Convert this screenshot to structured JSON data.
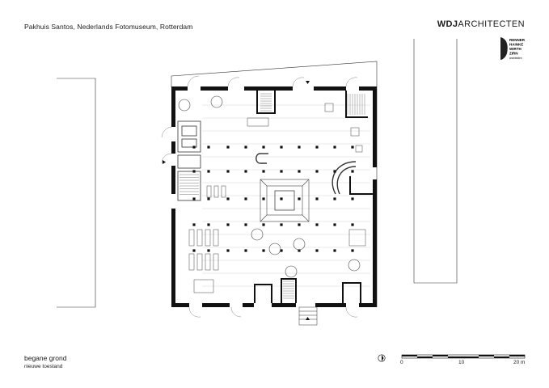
{
  "header": {
    "title": "Pakhuis Santos, Nederlands Fotomuseum, Rotterdam",
    "brand_bold": "WDJ",
    "brand_light": "ARCHITECTEN"
  },
  "partner_logo": {
    "lines": [
      "RENNER",
      "HAINKE",
      "WIRTH",
      "ZIRN"
    ],
    "small": "architekten"
  },
  "caption": {
    "title": "begane grond",
    "subtitle": "nieuwe toestand"
  },
  "scale_bar": {
    "labels": [
      "0",
      "10",
      "20 m"
    ]
  },
  "colors": {
    "wall": "#111111",
    "line": "#555555",
    "fine": "#bbbbbb"
  }
}
